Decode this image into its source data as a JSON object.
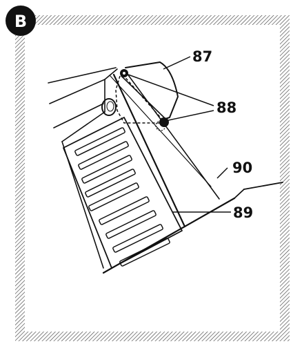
{
  "panel": {
    "badge_letter": "B",
    "callouts": {
      "c87": "87",
      "c88": "88",
      "c89": "89",
      "c90": "90"
    }
  },
  "colors": {
    "ink": "#111111",
    "frame_hatch": "#444444",
    "background": "#ffffff"
  }
}
